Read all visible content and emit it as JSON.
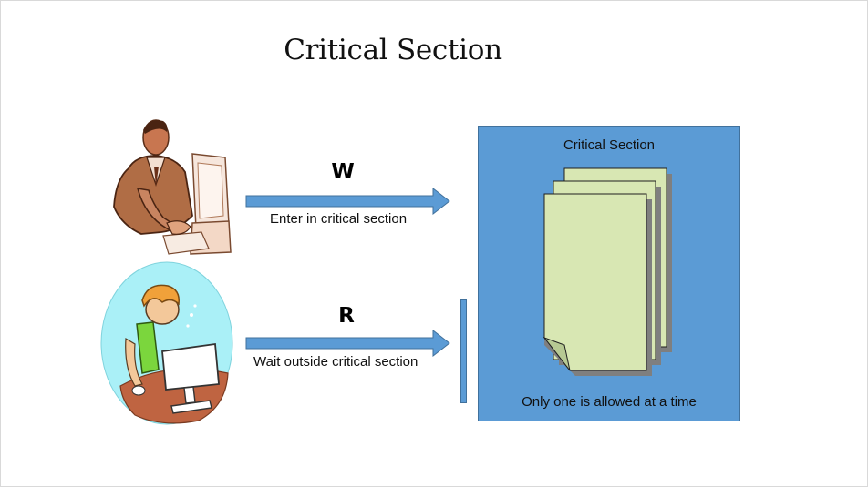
{
  "slide": {
    "title": "Critical Section"
  },
  "writer": {
    "label": "W",
    "caption": "Enter in critical section"
  },
  "reader": {
    "label": "R",
    "caption": "Wait outside critical section"
  },
  "critical_section": {
    "title": "Critical Section",
    "footer": "Only one is allowed at a time"
  },
  "icons": {
    "writer_image": "businessman-at-computer-clipart",
    "reader_image": "boy-at-computer-clipart",
    "document": "document-stack-icon",
    "arrow": "right-arrow-icon"
  },
  "colors": {
    "accent_blue": "#5b9bd5",
    "document_fill": "#d8e7b3",
    "reader_oval_bg": "#aaf0f7",
    "desk_brown": "#bf6441"
  }
}
